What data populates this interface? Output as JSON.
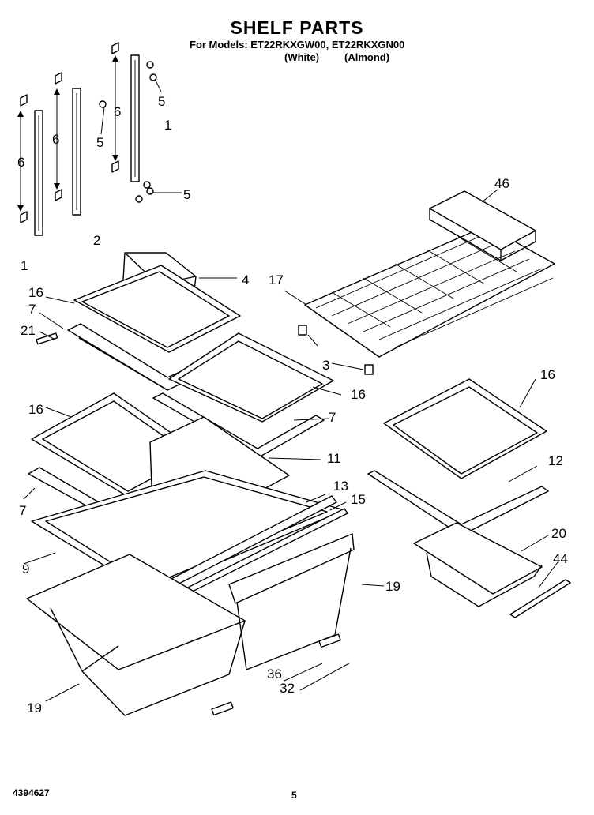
{
  "header": {
    "title": "SHELF PARTS",
    "models": "For Models: ET22RKXGW00, ET22RKXGN00",
    "color_white": "(White)",
    "color_almond": "(Almond)"
  },
  "footer": {
    "doc_number": "4394627",
    "page_number": "5"
  },
  "callouts": {
    "c6a": "6",
    "c6b": "6",
    "c6c": "6",
    "c5a": "5",
    "c5b": "5",
    "c5c": "5",
    "c1a": "1",
    "c1b": "1",
    "c2": "2",
    "c4": "4",
    "c16a": "16",
    "c7a": "7",
    "c21": "21",
    "c17": "17",
    "c46": "46",
    "c3": "3",
    "c16b": "16",
    "c7b": "7",
    "c16c": "16",
    "c11": "11",
    "c7c": "7",
    "c13": "13",
    "c15": "15",
    "c9": "9",
    "c16d": "16",
    "c12": "12",
    "c20": "20",
    "c44": "44",
    "c19a": "19",
    "c19b": "19",
    "c36": "36",
    "c32": "32"
  }
}
